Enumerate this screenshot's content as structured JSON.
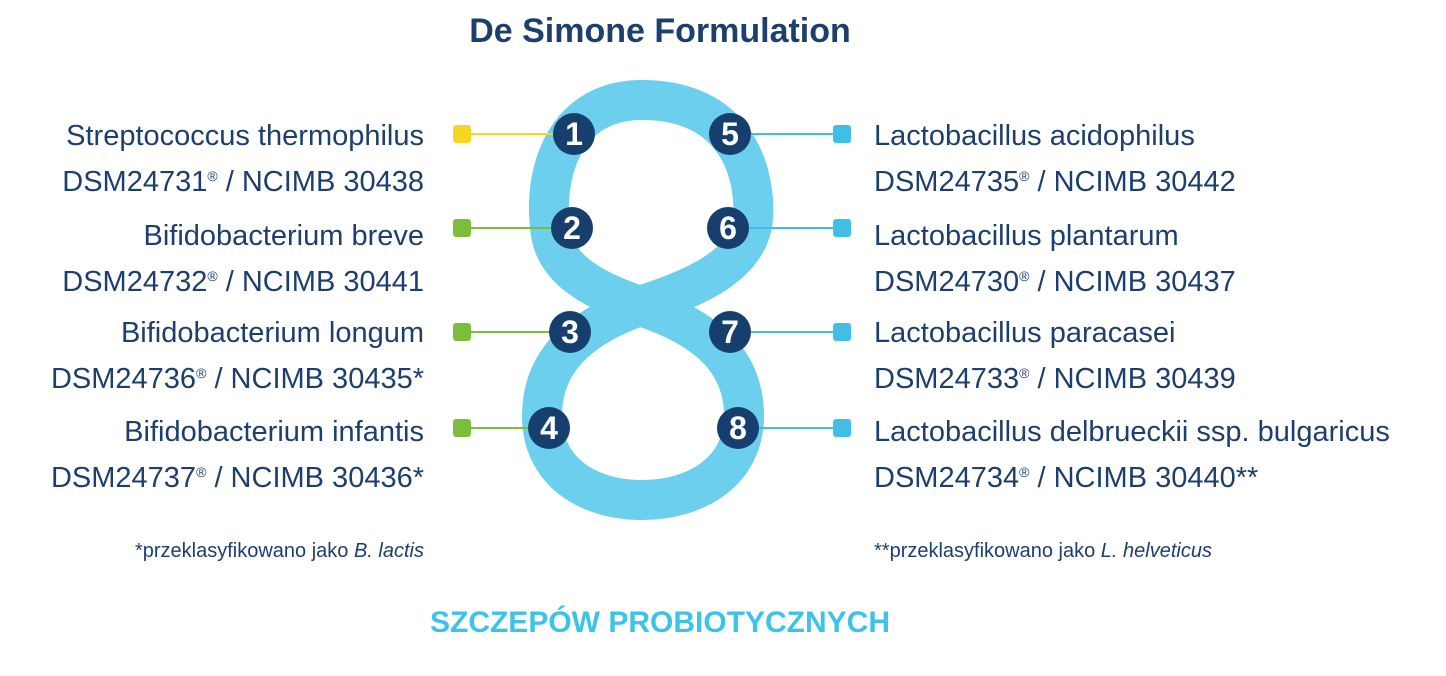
{
  "title": "De Simone Formulation",
  "subtitle": "SZCZEPÓW PROBIOTYCZNYCH",
  "big_numeral": "8",
  "colors": {
    "title": "#1c3f6e",
    "text": "#1c3f6e",
    "eight": "#6dcfee",
    "badge": "#173f6e",
    "subtitle": "#3ec3e8",
    "marker_yellow": "#f5d623",
    "marker_green": "#7cbd3a",
    "marker_blue": "#3fbfe6"
  },
  "strains_left": [
    {
      "number": "1",
      "name": "Streptococcus thermophilus",
      "code": "DSM24731",
      "mark": "®",
      "rest": " / NCIMB 30438",
      "marker": "yellow"
    },
    {
      "number": "2",
      "name": "Bifidobacterium breve",
      "code": "DSM24732",
      "mark": "®",
      "rest": " / NCIMB 30441",
      "marker": "green"
    },
    {
      "number": "3",
      "name": "Bifidobacterium longum",
      "code": "DSM24736",
      "mark": "®",
      "rest": " / NCIMB 30435*",
      "marker": "green"
    },
    {
      "number": "4",
      "name": "Bifidobacterium infantis",
      "code": "DSM24737",
      "mark": "®",
      "rest": " / NCIMB 30436*",
      "marker": "green"
    }
  ],
  "strains_right": [
    {
      "number": "5",
      "name": "Lactobacillus acidophilus",
      "code": "DSM24735",
      "mark": "®",
      "rest": " / NCIMB 30442",
      "marker": "blue"
    },
    {
      "number": "6",
      "name": "Lactobacillus plantarum",
      "code": "DSM24730",
      "mark": "®",
      "rest": " / NCIMB 30437",
      "marker": "blue"
    },
    {
      "number": "7",
      "name": "Lactobacillus paracasei",
      "code": "DSM24733",
      "mark": "®",
      "rest": " / NCIMB 30439",
      "marker": "blue"
    },
    {
      "number": "8",
      "name": "Lactobacillus delbrueckii ssp. bulgaricus",
      "code": "DSM24734",
      "mark": "®",
      "rest": " / NCIMB 30440**",
      "marker": "blue"
    }
  ],
  "notes": {
    "left_prefix": "*przeklasyfikowano jako ",
    "left_species": "B. lactis",
    "right_prefix": "**przeklasyfikowano jako ",
    "right_species": "L. helveticus"
  }
}
